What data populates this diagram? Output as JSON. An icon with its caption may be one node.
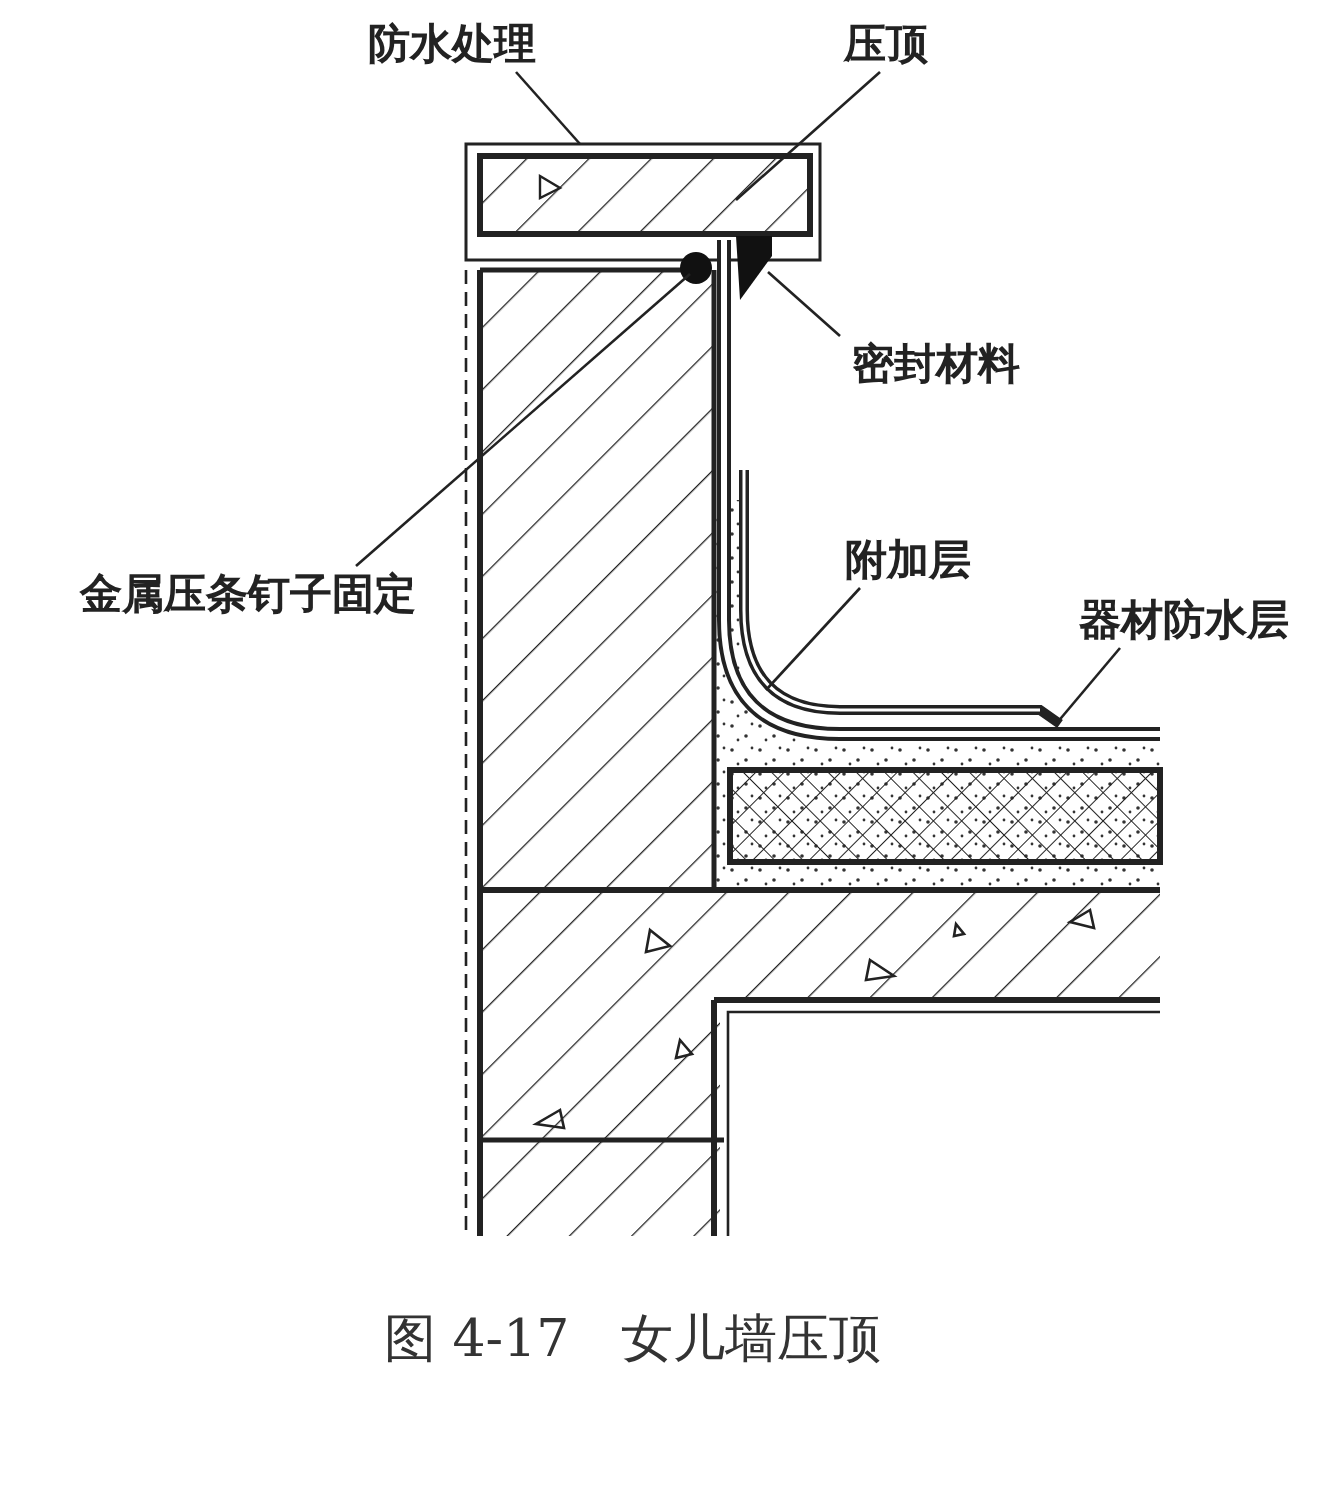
{
  "diagram": {
    "caption": "图 4-17　女儿墙压顶",
    "nodes": [
      {
        "text": [
          "防水处理"
        ]
      },
      {
        "text": [
          "压顶"
        ]
      },
      {
        "text": [
          "密封材料"
        ]
      },
      {
        "text": [
          "金属压条钉子固定"
        ]
      },
      {
        "text": [
          "附加层"
        ]
      },
      {
        "text": [
          "器材防水层"
        ]
      }
    ],
    "edges": [
      {
        "from": 0,
        "to": null,
        "arrow": "none"
      },
      {
        "from": 1,
        "to": null,
        "arrow": "none"
      },
      {
        "from": 2,
        "to": null,
        "arrow": "none"
      },
      {
        "from": 3,
        "to": null,
        "arrow": "none"
      },
      {
        "from": 4,
        "to": null,
        "arrow": "none"
      },
      {
        "from": 5,
        "to": null,
        "arrow": "none"
      }
    ]
  }
}
